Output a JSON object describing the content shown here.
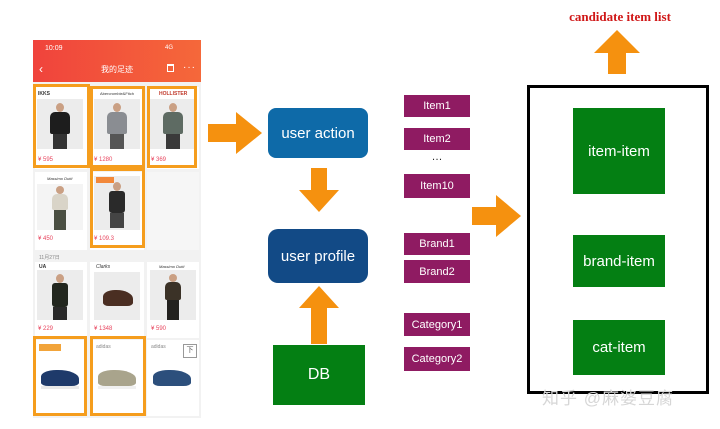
{
  "phone": {
    "time": "10:09",
    "signal": "4G",
    "back": "‹",
    "title": "我的足迹",
    "more": "···",
    "icons": [
      "back-arrow-icon",
      "trash-icon",
      "more-icon"
    ],
    "products": [
      {
        "brand": "IKKS",
        "price": "¥ 595"
      },
      {
        "brand": "Abercrombie&Fitch",
        "price": "¥ 1280"
      },
      {
        "brand": "HOLLISTER",
        "price": "¥ 369"
      },
      {
        "brand": "Massimo Dutti",
        "price": "¥ 450"
      },
      {
        "brand": "",
        "price": "¥ 109.3"
      },
      {
        "brand": "UA",
        "price": "¥ 229"
      },
      {
        "brand": "Clarks",
        "price": "¥ 1348"
      },
      {
        "brand": "Massimo Dutti",
        "price": "¥ 590"
      },
      {
        "brand": "adidas",
        "price": ""
      },
      {
        "brand": "adidas",
        "price": ""
      }
    ],
    "date_label": "11月27日",
    "badge_corner": "下"
  },
  "diagram": {
    "user_action": "user action",
    "user_profile": "user profile",
    "db": "DB",
    "tags": [
      "Item1",
      "Item2",
      "Item10",
      "Brand1",
      "Brand2",
      "Category1",
      "Category2"
    ],
    "ellipsis": "…",
    "candidate_title": "candidate item list",
    "candidates": [
      "item-item",
      "brand-item",
      "cat-item"
    ],
    "accent_color": "#f5910f",
    "watermark": "知乎 @麻婆豆腐"
  }
}
